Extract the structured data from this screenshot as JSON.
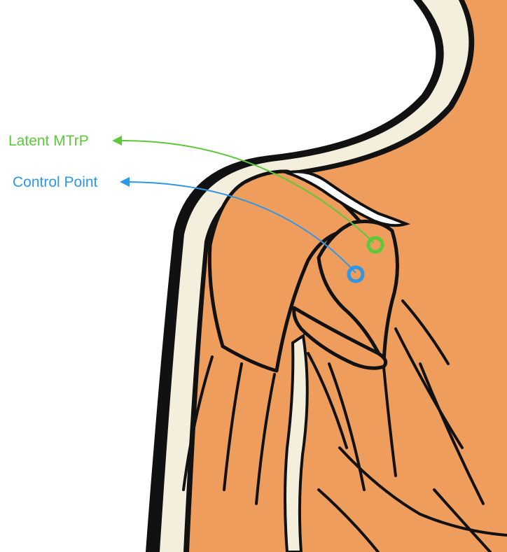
{
  "labels": {
    "latent": "Latent MTrP",
    "control": "Control Point"
  },
  "colors": {
    "latent": "#5cc83a",
    "control": "#2e97e6",
    "skin": "#ef9d5d",
    "outline": "#111111",
    "rim": "#f4eedc",
    "background": "#ffffff"
  },
  "markers": [
    {
      "name": "latent-mtrp-marker",
      "shape": "ring",
      "color": "#5cc83a"
    },
    {
      "name": "control-point-marker",
      "shape": "ring",
      "color": "#2e97e6"
    }
  ]
}
